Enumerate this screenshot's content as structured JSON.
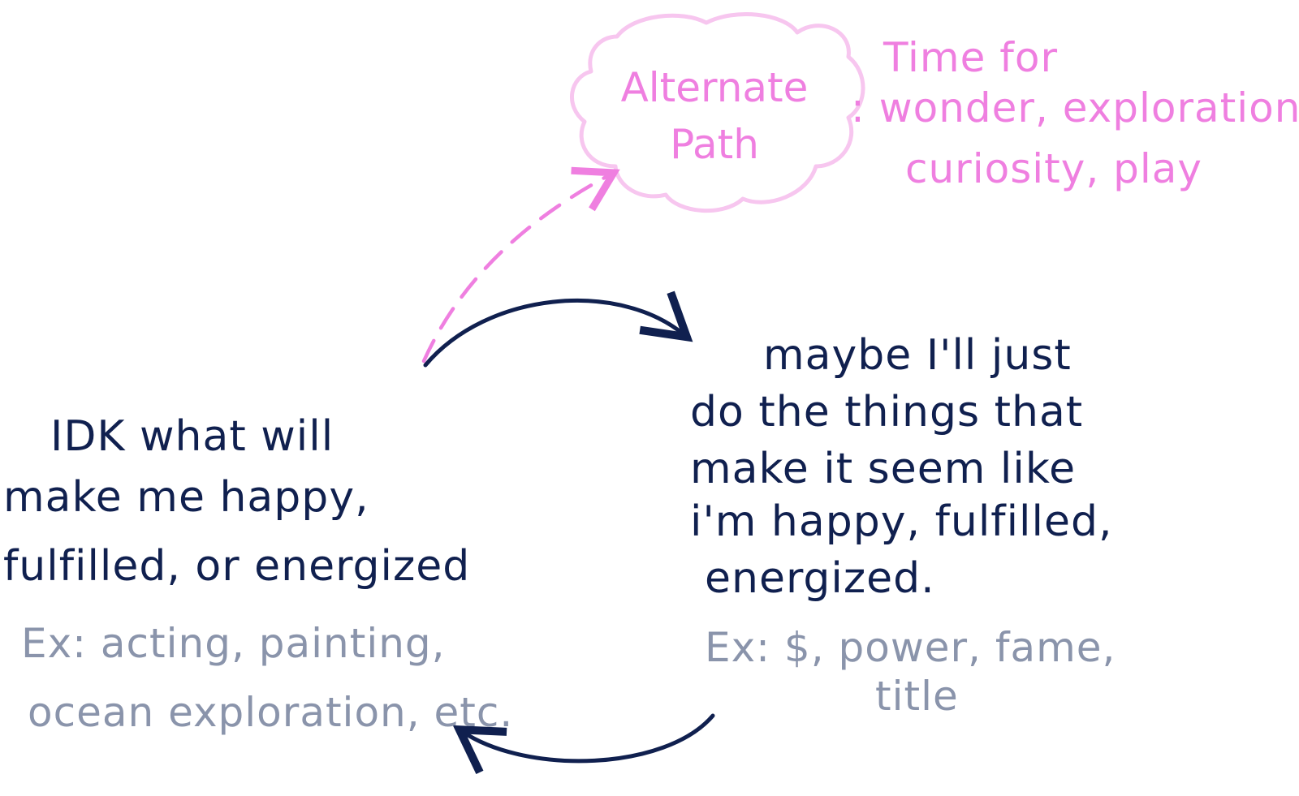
{
  "colors": {
    "navy": "#10204f",
    "gray": "#8a94ab",
    "pink": "#ef7fe0",
    "cloud_outline": "#f7c6ef"
  },
  "cloud": {
    "line1": "Alternate",
    "line2": "Path"
  },
  "pink_note": {
    "line1": "Time for",
    "line2": ": wonder, exploration,",
    "line3": "curiosity, play"
  },
  "left_block": {
    "line1": "IDK what will",
    "line2": "make me happy,",
    "line3": "fulfilled, or energized",
    "example1": "Ex: acting, painting,",
    "example2": "ocean exploration, etc."
  },
  "right_block": {
    "line1": "maybe I'll just",
    "line2": "do the things that",
    "line3": "make it seem like",
    "line4": "i'm happy, fulfilled,",
    "line5": "energized.",
    "example1": "Ex: $, power, fame,",
    "example2": "title"
  },
  "arrows": {
    "top": "solid-curved-arrow",
    "bottom": "solid-curved-arrow",
    "alternate": "dashed-curved-arrow"
  }
}
